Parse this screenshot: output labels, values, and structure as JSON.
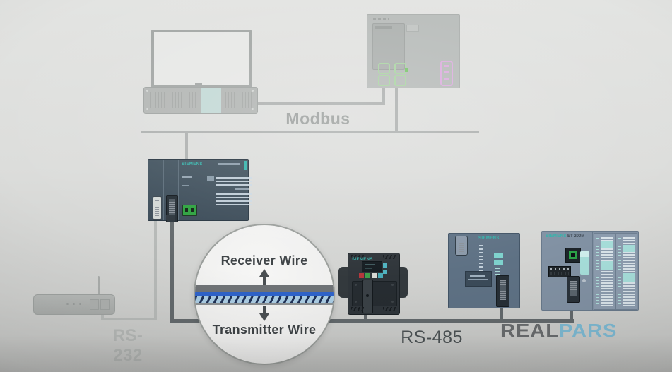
{
  "scene": {
    "labels": {
      "modbus": "Modbus",
      "rs232": "RS-232",
      "rs485": "RS-485",
      "receiver": "Receiver Wire",
      "transmitter": "Transmitter Wire"
    },
    "brand": {
      "left": "REAL",
      "right": "PARS"
    },
    "devices": {
      "plc_main": {
        "brand": "SIEMENS"
      },
      "meter": {
        "brand": "SIEMENS"
      },
      "rf_module": {
        "brand": "SIEMENS"
      },
      "et200m": {
        "brand": "SIEMENS",
        "model": "ET 200M"
      }
    },
    "colors": {
      "accent_teal": "#34b3ab",
      "wire_top_gray": "#6f7376",
      "wire_blue": "#2f63c9",
      "wire_light_blue": "#aacce3",
      "bus_dark": "#63696c",
      "line_light": "#aeb1b0",
      "label_dark": "#4c5254",
      "label_faded": "#b4b7b5",
      "label_mid": "#9da19f",
      "brand_gray": "#686b6d",
      "brand_blue": "#7db9d2"
    }
  }
}
